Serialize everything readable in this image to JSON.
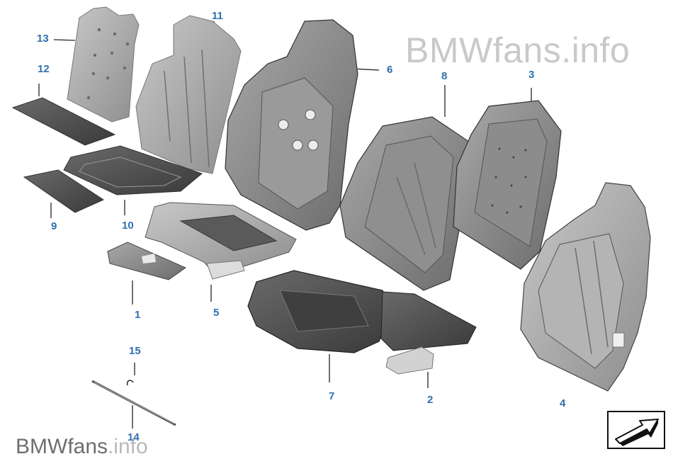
{
  "watermark": {
    "top": "BMWfans.info",
    "bottom_main": "BMWfans",
    "bottom_suffix": ".info"
  },
  "colors": {
    "callout": "#2f6fae",
    "part_light": "#a7a7a7",
    "part_dark": "#4e4e4e",
    "outline": "#2a2a2a"
  },
  "callouts": {
    "c1": "1",
    "c2": "2",
    "c3": "3",
    "c4": "4",
    "c5": "5",
    "c6": "6",
    "c7": "7",
    "c8": "8",
    "c9": "9",
    "c10": "10",
    "c11": "11",
    "c12": "12",
    "c13": "13",
    "c14": "14",
    "c15": "15"
  },
  "nav": {
    "icon": "arrow-icon"
  }
}
